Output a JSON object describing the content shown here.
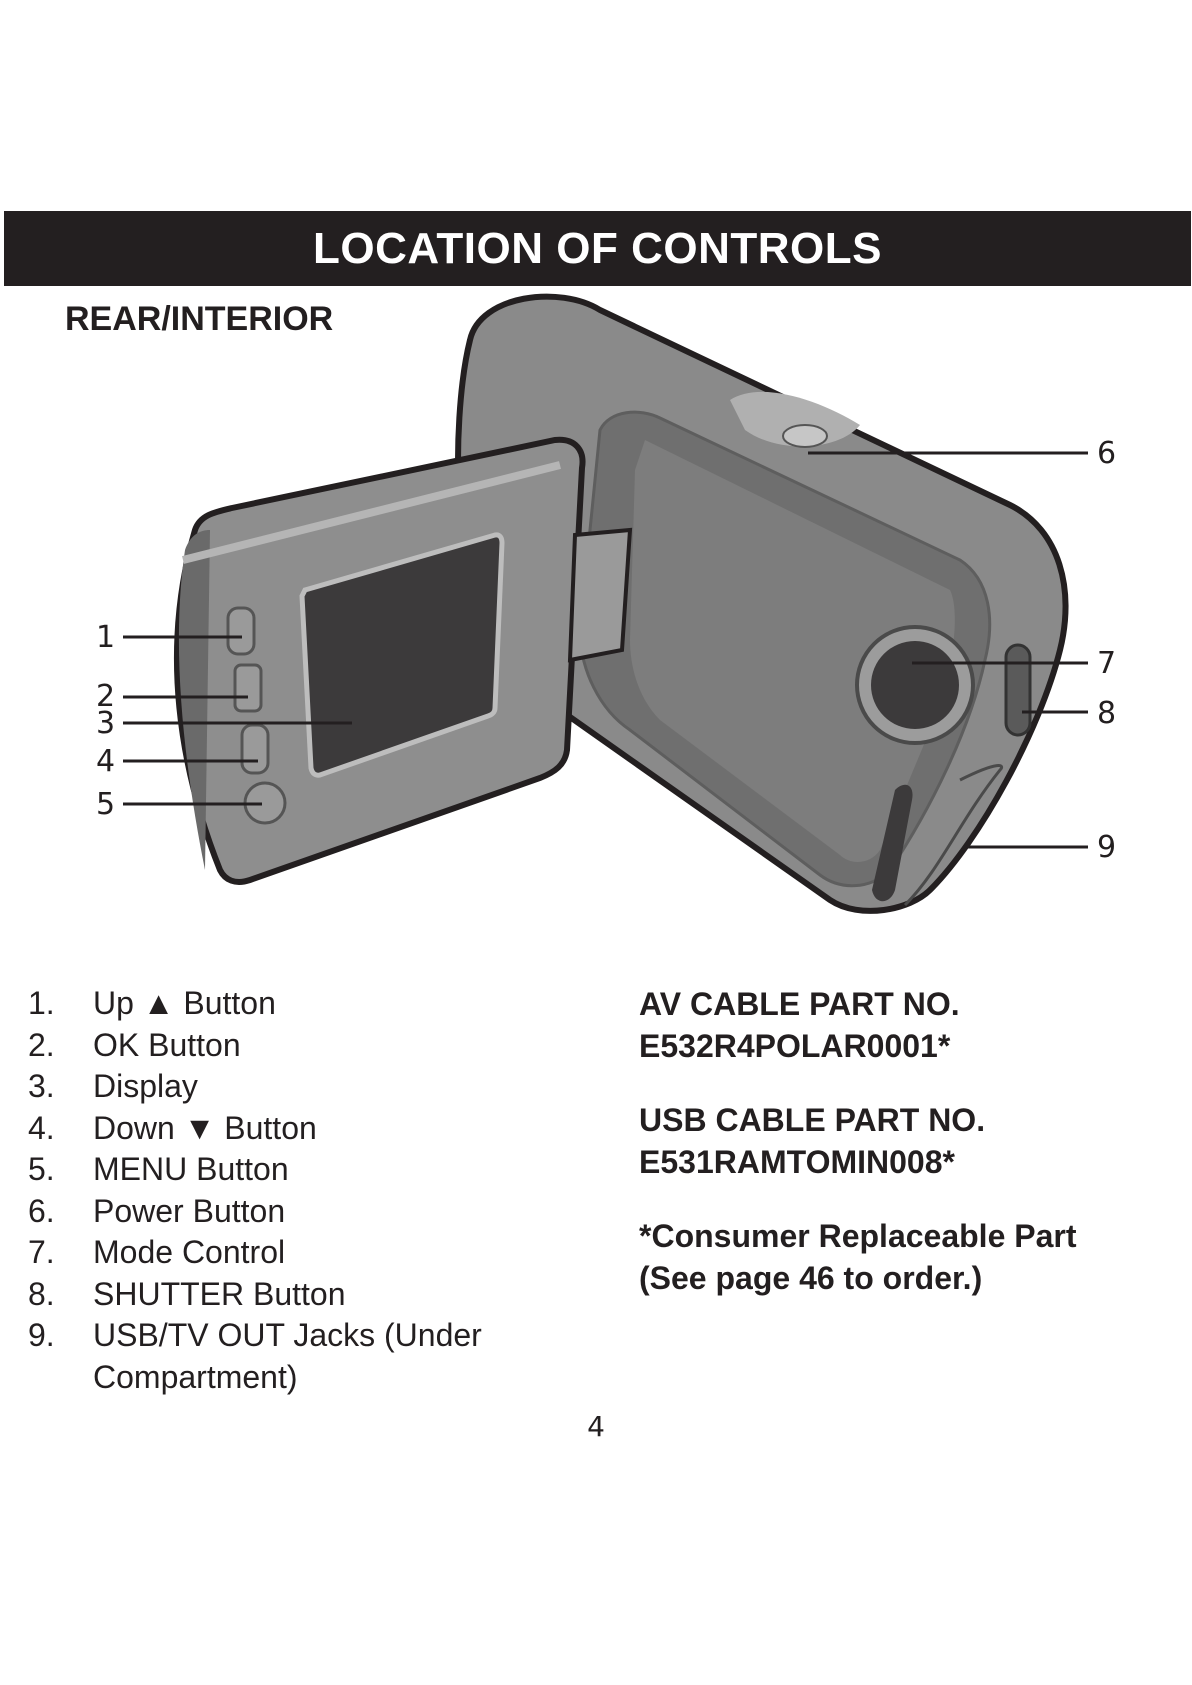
{
  "header": {
    "title": "LOCATION OF CONTROLS"
  },
  "section": {
    "title": "REAR/INTERIOR"
  },
  "callouts": [
    "1",
    "2",
    "3",
    "4",
    "5",
    "6",
    "7",
    "8",
    "9"
  ],
  "legend": [
    {
      "num": "1.",
      "text": "Up ▲ Button"
    },
    {
      "num": "2.",
      "text": "OK Button"
    },
    {
      "num": "3.",
      "text": "Display"
    },
    {
      "num": "4.",
      "text": "Down ▼ Button"
    },
    {
      "num": "5.",
      "text": "MENU Button"
    },
    {
      "num": "6.",
      "text": "Power Button"
    },
    {
      "num": "7.",
      "text": "Mode Control"
    },
    {
      "num": "8.",
      "text": "SHUTTER Button"
    },
    {
      "num": "9.",
      "text": "USB/TV OUT Jacks (Under Compartment)"
    }
  ],
  "parts": {
    "av_line1": "AV CABLE PART NO.",
    "av_line2": "E532R4POLAR0001*",
    "usb_line1": "USB CABLE PART NO.",
    "usb_line2": "E531RAMTOMIN008*",
    "note_line1": "*Consumer Replaceable Part",
    "note_line2": "(See page 46 to order.)"
  },
  "page": {
    "number": "4"
  }
}
